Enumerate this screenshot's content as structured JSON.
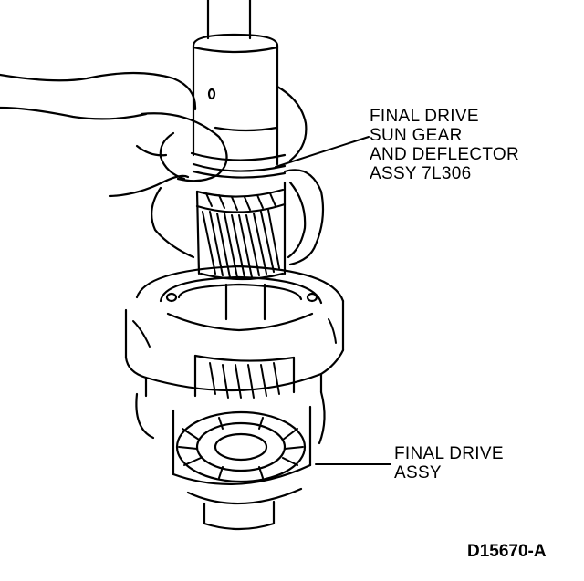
{
  "labels": {
    "sun_gear": [
      "FINAL DRIVE",
      "SUN GEAR",
      "AND DEFLECTOR",
      "ASSY 7L306"
    ],
    "final_drive": [
      "FINAL DRIVE",
      "ASSY"
    ]
  },
  "figure_id": "D15670-A",
  "colors": {
    "ink": "#000000",
    "paper": "#ffffff"
  }
}
